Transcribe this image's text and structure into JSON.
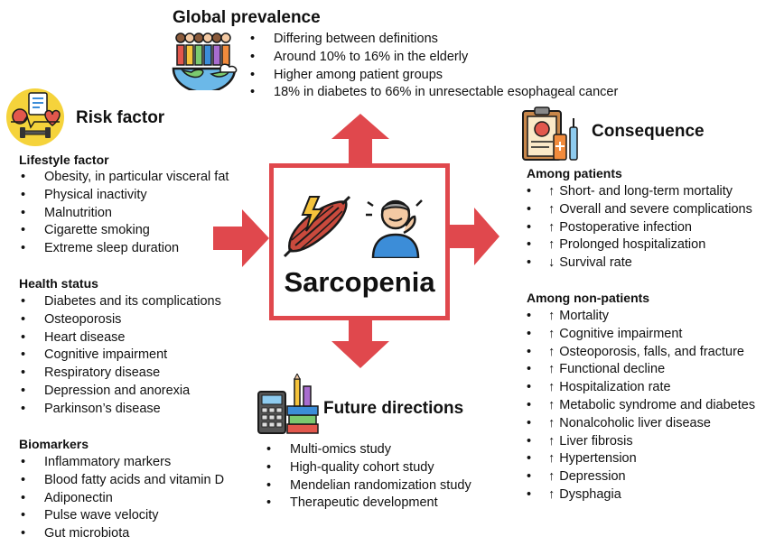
{
  "center": {
    "title": "Sarcopenia"
  },
  "global_prevalence": {
    "title": "Global prevalence",
    "items": [
      "Differing between definitions",
      "Around 10% to 16% in the elderly",
      "Higher among patient groups",
      "18% in diabetes to 66% in unresectable esophageal cancer"
    ]
  },
  "risk_factor": {
    "title": "Risk factor",
    "lifestyle": {
      "title": "Lifestyle factor",
      "items": [
        "Obesity, in particular visceral fat",
        "Physical inactivity",
        "Malnutrition",
        "Cigarette smoking",
        "Extreme sleep duration"
      ]
    },
    "health": {
      "title": "Health status",
      "items": [
        "Diabetes and its complications",
        "Osteoporosis",
        "Heart disease",
        "Cognitive impairment",
        "Respiratory disease",
        "Depression and anorexia",
        "Parkinson’s disease"
      ]
    },
    "biomarkers": {
      "title": "Biomarkers",
      "items": [
        "Inflammatory markers",
        "Blood fatty acids and vitamin D",
        "Adiponectin",
        "Pulse wave velocity",
        "Gut microbiota"
      ]
    }
  },
  "consequence": {
    "title": "Consequence",
    "patients": {
      "title": "Among patients",
      "items": [
        {
          "arrow": "↑",
          "text": "Short- and long-term mortality"
        },
        {
          "arrow": "↑",
          "text": "Overall and severe complications"
        },
        {
          "arrow": "↑",
          "text": "Postoperative infection"
        },
        {
          "arrow": "↑",
          "text": "Prolonged hospitalization"
        },
        {
          "arrow": "↓",
          "text": "Survival rate"
        }
      ]
    },
    "non_patients": {
      "title": "Among non-patients",
      "items": [
        {
          "arrow": "↑",
          "text": "Mortality"
        },
        {
          "arrow": "↑",
          "text": "Cognitive impairment"
        },
        {
          "arrow": "↑",
          "text": "Osteoporosis, falls, and fracture"
        },
        {
          "arrow": "↑",
          "text": "Functional decline"
        },
        {
          "arrow": "↑",
          "text": "Hospitalization rate"
        },
        {
          "arrow": "↑",
          "text": "Metabolic syndrome and diabetes"
        },
        {
          "arrow": "↑",
          "text": "Nonalcoholic liver disease"
        },
        {
          "arrow": "↑",
          "text": "Liver fibrosis"
        },
        {
          "arrow": "↑",
          "text": "Hypertension"
        },
        {
          "arrow": "↑",
          "text": "Depression"
        },
        {
          "arrow": "↑",
          "text": "Dysphagia"
        }
      ]
    }
  },
  "future_directions": {
    "title": "Future directions",
    "items": [
      "Multi-omics study",
      "High-quality cohort study",
      "Mendelian randomization study",
      "Therapeutic development"
    ]
  },
  "colors": {
    "arrow": "#e0484d",
    "box_border": "#e0484d"
  }
}
